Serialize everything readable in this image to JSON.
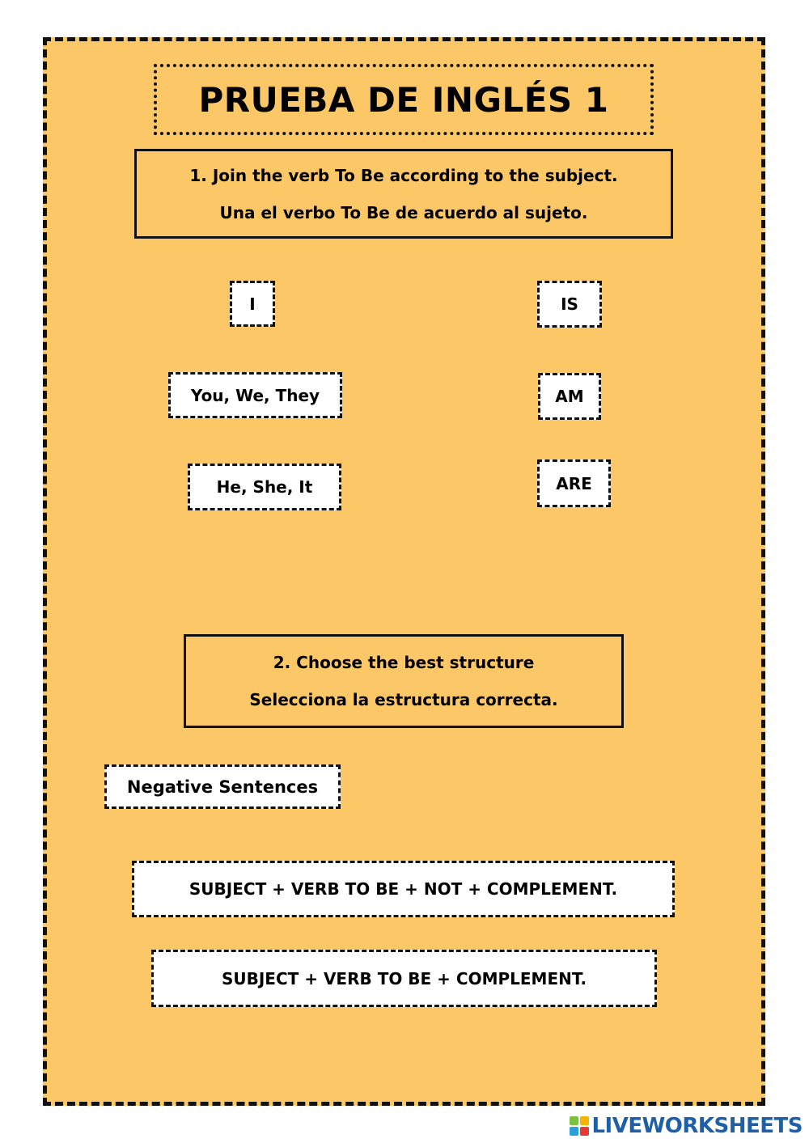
{
  "worksheet": {
    "title": "PRUEBA DE INGLÉS 1",
    "section1": {
      "instruction_en": "1.  Join the verb To Be according to the subject.",
      "instruction_es": "Una el verbo To Be de acuerdo al sujeto.",
      "subjects": [
        "I",
        "You, We, They",
        "He, She, It"
      ],
      "verbs": [
        "IS",
        "AM",
        "ARE"
      ]
    },
    "section2": {
      "instruction_en": "2. Choose the best structure",
      "instruction_es": "Selecciona la estructura correcta.",
      "label": "Negative Sentences",
      "options": [
        "SUBJECT + VERB TO BE + NOT + COMPLEMENT.",
        "SUBJECT + VERB TO BE + COMPLEMENT."
      ]
    }
  },
  "branding": {
    "text": "LIVEWORKSHEETS",
    "icon": "liveworksheets-logo-icon"
  }
}
